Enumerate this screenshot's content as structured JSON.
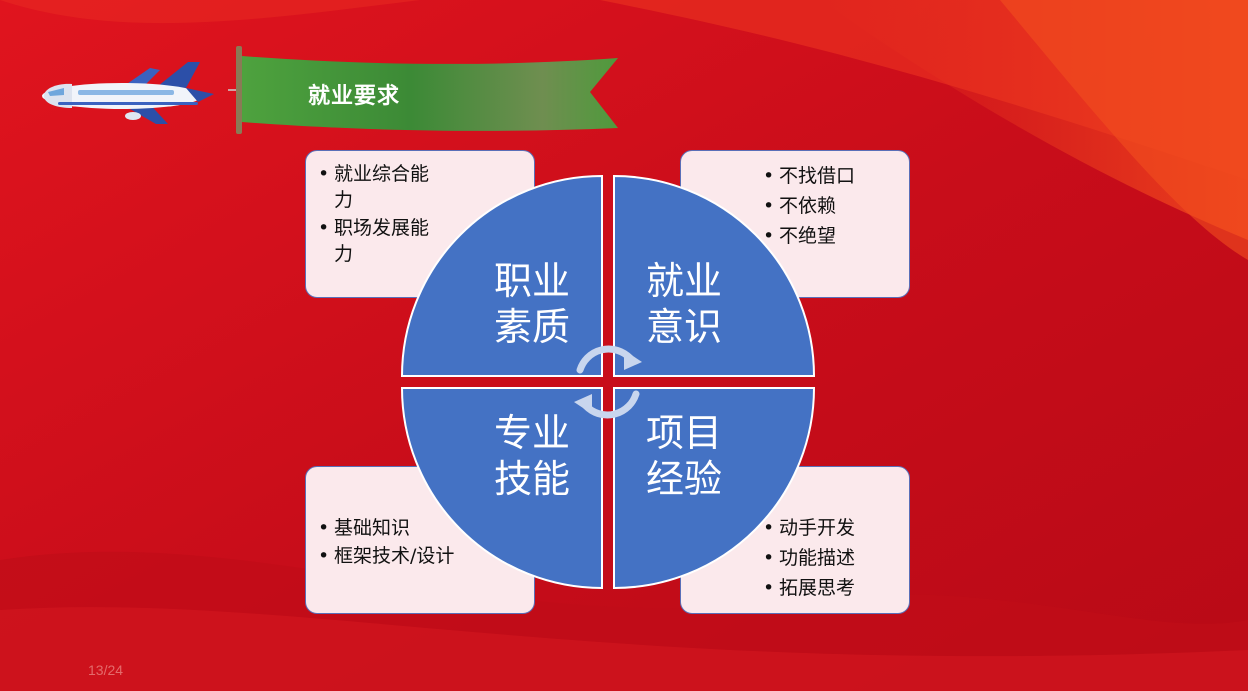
{
  "slide": {
    "title": "就业要求",
    "page_number": "13/24"
  },
  "quadrants": {
    "top_left": {
      "label_line1": "职业",
      "label_line2": "素质",
      "items": [
        "就业综合能力",
        "职场发展能力"
      ]
    },
    "top_right": {
      "label_line1": "就业",
      "label_line2": "意识",
      "items": [
        "不找借口",
        "不依赖",
        "不绝望"
      ]
    },
    "bottom_left": {
      "label_line1": "专业",
      "label_line2": "技能",
      "items": [
        "基础知识",
        "框架技术/设计"
      ]
    },
    "bottom_right": {
      "label_line1": "项目",
      "label_line2": "经验",
      "items": [
        "动手开发",
        "功能描述",
        "拓展思考"
      ]
    }
  },
  "icons": {
    "plane": "airplane-icon",
    "banner": "banner-flag",
    "cycle_arrows": "cycle-arrows-icon"
  },
  "colors": {
    "background": "#d3121c",
    "quadrant_fill": "#4472c4",
    "box_fill": "#fbe9ec",
    "box_border": "#5a6fb8",
    "banner_green": "#4f9a3c"
  }
}
